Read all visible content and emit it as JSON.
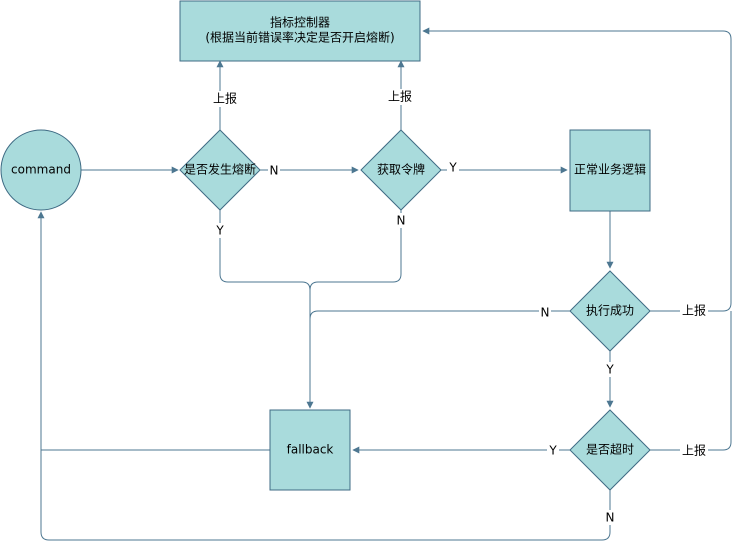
{
  "colors": {
    "fill": "#a9dbdc",
    "stroke": "#3f6b84",
    "edge": "#4d7791",
    "text": "#000000"
  },
  "nodes": {
    "command": {
      "label": "command",
      "shape": "circle"
    },
    "metrics_controller": {
      "line1": "指标控制器",
      "line2": "(根据当前错误率决定是否开启熔断)",
      "shape": "rectangle"
    },
    "is_circuit_open": {
      "label": "是否发生熔断",
      "shape": "diamond"
    },
    "acquire_token": {
      "label": "获取令牌",
      "shape": "diamond"
    },
    "normal_logic": {
      "label": "正常业务逻辑",
      "shape": "rectangle"
    },
    "exec_success": {
      "label": "执行成功",
      "shape": "diamond"
    },
    "is_timeout": {
      "label": "是否超时",
      "shape": "diamond"
    },
    "fallback": {
      "label": "fallback",
      "shape": "rectangle"
    }
  },
  "edge_labels": {
    "report_from_circuit": "上报",
    "report_from_token": "上报",
    "circuit_no": "N",
    "circuit_yes": "Y",
    "token_yes": "Y",
    "token_no": "N",
    "success_no": "N",
    "success_report": "上报",
    "success_yes": "Y",
    "timeout_yes": "Y",
    "timeout_report": "上报",
    "timeout_no": "N"
  }
}
